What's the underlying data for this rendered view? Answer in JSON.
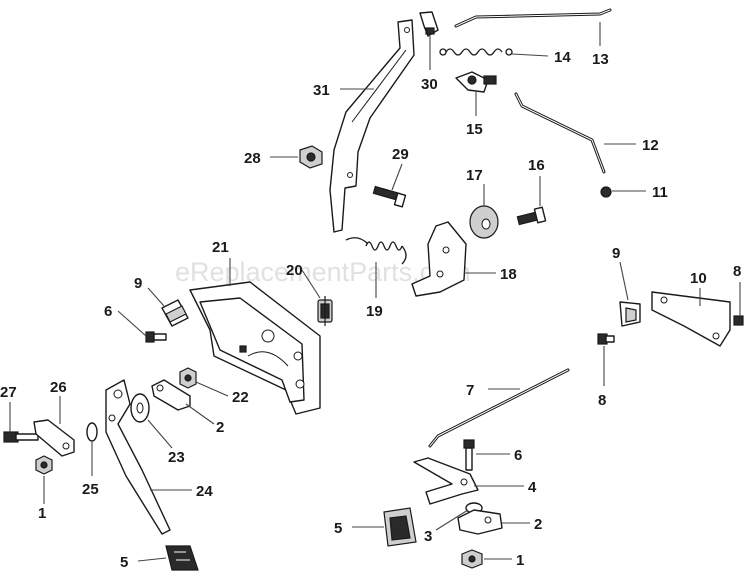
{
  "watermark": "eReplacementParts.com",
  "callouts": {
    "c31": "31",
    "c30": "30",
    "c13": "13",
    "c14": "14",
    "c15": "15",
    "c12": "12",
    "c28": "28",
    "c29": "29",
    "c17": "17",
    "c16": "16",
    "c11": "11",
    "c21": "21",
    "c20": "20",
    "c19": "19",
    "c18": "18",
    "c9a": "9",
    "c6a": "6",
    "c9b": "9",
    "c10": "10",
    "c8a": "8",
    "c8b": "8",
    "c27": "27",
    "c26": "26",
    "c22": "22",
    "c2a": "2",
    "c23": "23",
    "c25": "25",
    "c24": "24",
    "c1a": "1",
    "c5a": "5",
    "c7": "7",
    "c6b": "6",
    "c4": "4",
    "c5b": "5",
    "c3": "3",
    "c2b": "2",
    "c1b": "1"
  }
}
